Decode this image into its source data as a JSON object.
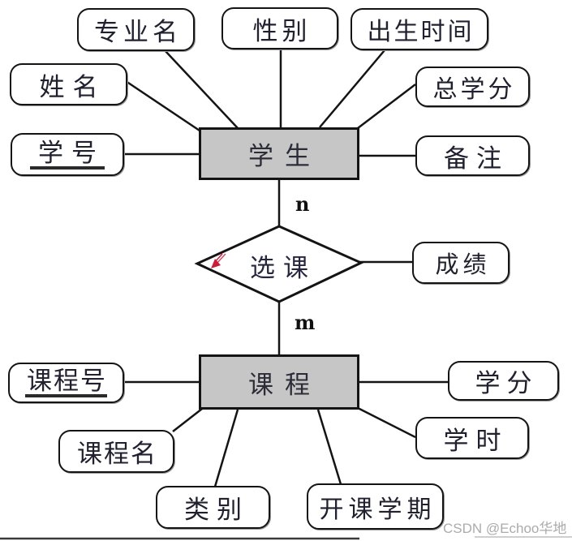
{
  "entities": {
    "student": "学生",
    "course": "课程"
  },
  "relationship": {
    "label": "选课",
    "cardinality_student": "n",
    "cardinality_course": "m"
  },
  "attributes": {
    "major": "专业名",
    "gender": "性别",
    "birth_time": "出生时间",
    "name": "姓名",
    "total_credits": "总学分",
    "student_id": "学号",
    "remarks": "备注",
    "score": "成绩",
    "course_id": "课程号",
    "credits": "学分",
    "course_name": "课程名",
    "class_hours": "学时",
    "category": "类别",
    "semester": "开课学期"
  },
  "primary_keys": [
    "学号",
    "课程号"
  ],
  "watermark": "CSDN @Echoo华地",
  "colors": {
    "entity_fill": "#c6c6c6",
    "line": "#141414",
    "relation_text": "#26263f",
    "watermark_text": "#ababab",
    "cursor_mark": "#c81e3c"
  }
}
